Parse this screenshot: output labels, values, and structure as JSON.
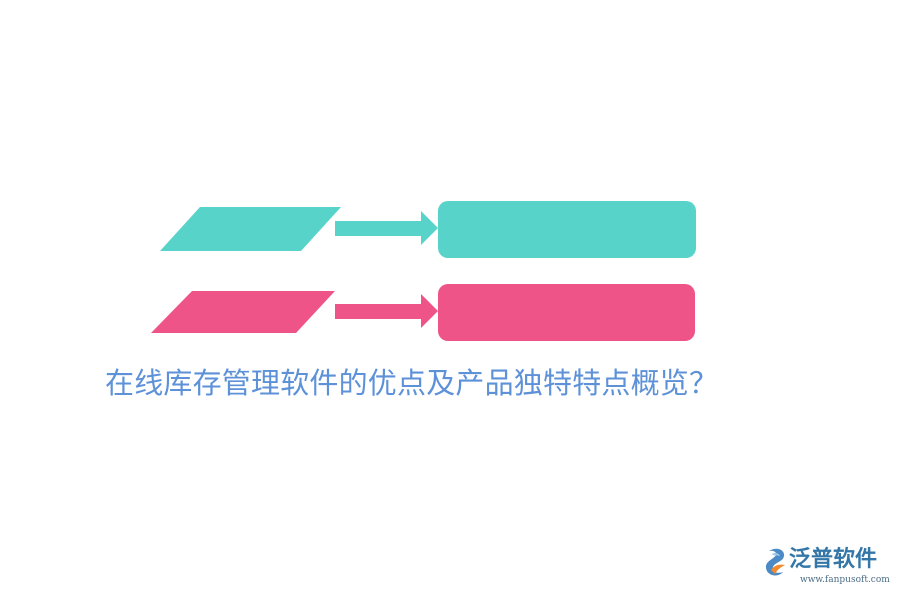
{
  "title": "在线库存管理软件的优点及产品独特特点概览？",
  "diagram": {
    "rows": [
      {
        "color": "#57d3c9",
        "arrow_color": "#57d3c9",
        "box_color": "#57d3c9"
      },
      {
        "color": "#ee5487",
        "arrow_color": "#ee5487",
        "box_color": "#ee5487"
      }
    ]
  },
  "logo": {
    "name": "泛普软件",
    "url": "www.fanpusoft.com",
    "mark_icon": "fanpu-logo-icon"
  }
}
